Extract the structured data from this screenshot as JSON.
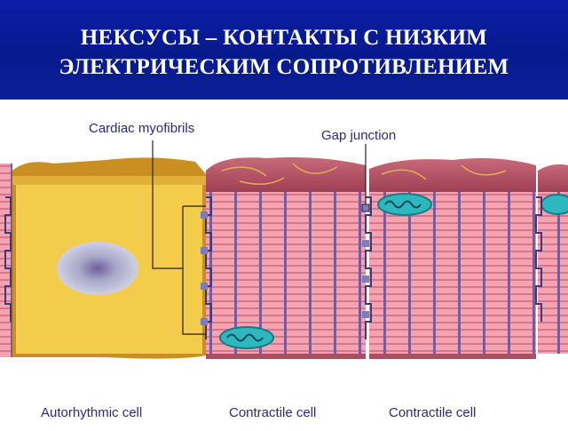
{
  "header": {
    "title_line1": "НЕКСУСЫ – КОНТАКТЫ С НИЗКИМ",
    "title_line2": "ЭЛЕКТРИЧЕСКИМ СОПРОТИВЛЕНИЕМ",
    "background": "#0a1ea8"
  },
  "labels": {
    "cardiac_myofibrils": "Cardiac myofibrils",
    "gap_junction": "Gap junction",
    "autorhythmic_cell": "Autorhythmic cell",
    "contractile_cell_1": "Contractile cell",
    "contractile_cell_2": "Contractile cell"
  },
  "colors": {
    "autorhythmic_fill": "#f2cc4a",
    "contractile_fill": "#f3a4b0",
    "membrane_top": "#a8485a",
    "nucleus": "#8f8fb5",
    "mitochondrion": "#2fb7bf",
    "label_text": "#2b2a78"
  }
}
